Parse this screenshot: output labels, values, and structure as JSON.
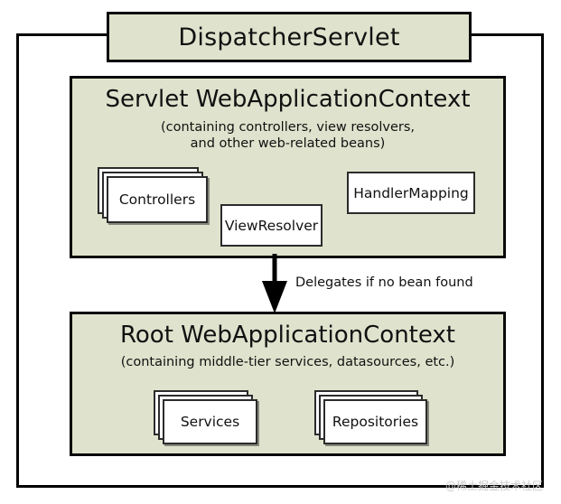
{
  "diagram": {
    "title": "DispatcherServlet",
    "servlet_context": {
      "heading": "Servlet WebApplicationContext",
      "subtitle_line1": "(containing controllers, view resolvers,",
      "subtitle_line2": "and other web-related beans)",
      "beans": [
        {
          "label": "Controllers",
          "stacked": "true"
        },
        {
          "label": "ViewResolver",
          "stacked": "false"
        },
        {
          "label": "HandlerMapping",
          "stacked": "false"
        }
      ]
    },
    "arrow": {
      "label": "Delegates if no bean found",
      "direction": "down"
    },
    "root_context": {
      "heading": "Root WebApplicationContext",
      "subtitle_line1": "(containing middle-tier services, datasources, etc.)",
      "beans": [
        {
          "label": "Services",
          "stacked": "true"
        },
        {
          "label": "Repositories",
          "stacked": "true"
        }
      ]
    },
    "watermark": "@稀土掘金技术社区",
    "colors": {
      "panel_fill": "#dfe3cd",
      "border": "#0a0a0a",
      "bean_fill": "#ffffff",
      "bean_border": "#2b2b2b",
      "text": "#111111",
      "watermark": "#c9c9c9",
      "page_background": "#ffffff"
    }
  }
}
